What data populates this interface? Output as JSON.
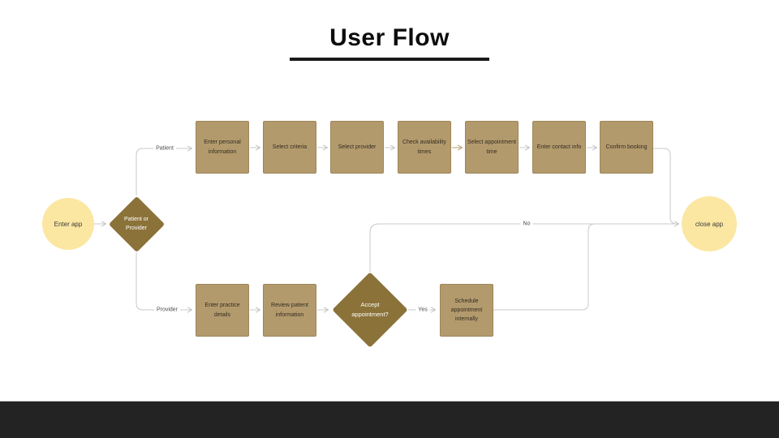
{
  "slide": {
    "title": "User Flow"
  },
  "colors": {
    "box_fill": "#b39a6d",
    "diamond_fill": "#8b7239",
    "circle_fill": "#fbe7a2",
    "connector_gray": "#c8c8c8",
    "connector_accent_tan": "#b49a6e",
    "box_text": "#332d20",
    "diamond_text": "#ffffff",
    "title_text": "#0d0d0d",
    "footer_bg": "#232323",
    "background": "#ffffff"
  },
  "flow": {
    "start": {
      "label": "Enter app",
      "shape": "circle"
    },
    "role_decision": {
      "label": "Patient or Provider",
      "shape": "diamond"
    },
    "branches": {
      "patient": "Patient",
      "provider": "Provider"
    },
    "patient_steps": [
      "Enter personal information",
      "Select criteria",
      "Select provider",
      "Check availability times",
      "Select appointment time",
      "Enter contact info",
      "Confirm booking"
    ],
    "provider_steps": [
      "Enter practice details",
      "Review patient information"
    ],
    "accept_decision": {
      "label": "Accept appointment?",
      "shape": "diamond",
      "yes": "Yes",
      "no": "No"
    },
    "provider_followup": "Schedule appointment internally",
    "end": {
      "label": "close app",
      "shape": "circle"
    }
  }
}
